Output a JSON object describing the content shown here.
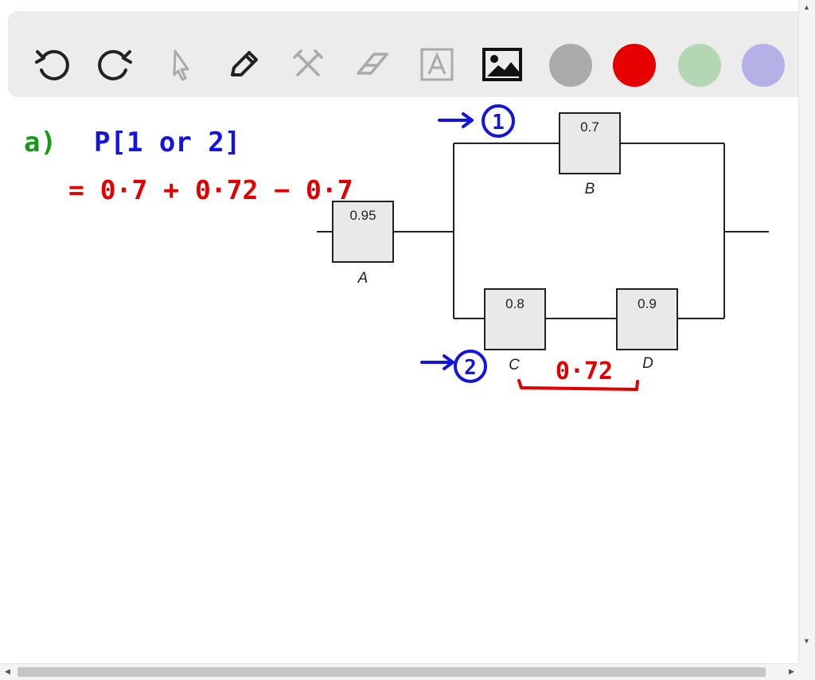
{
  "toolbar": {
    "tools": [
      "undo-icon",
      "redo-icon",
      "pointer-icon",
      "pen-icon",
      "tools-icon",
      "eraser-icon",
      "text-icon",
      "image-icon"
    ],
    "colors": [
      "#aaaaaa",
      "#e60000",
      "#b5d6b2",
      "#b5b0e6"
    ]
  },
  "notes": {
    "part_label": "a)",
    "probability_expr": "P[1 or 2]",
    "equation": "= 0·7 + 0·72 − 0·7",
    "product_value": "0·72",
    "path_1": "1",
    "path_2": "2"
  },
  "diagram": {
    "block_a": {
      "value": "0.95",
      "name": "A"
    },
    "block_b": {
      "value": "0.7",
      "name": "B"
    },
    "block_c": {
      "value": "0.8",
      "name": "C"
    },
    "block_d": {
      "value": "0.9",
      "name": "D"
    }
  },
  "colors": {
    "blue_ink": "#1414e0",
    "red_ink": "#e00000",
    "green_ink": "#149a14"
  }
}
